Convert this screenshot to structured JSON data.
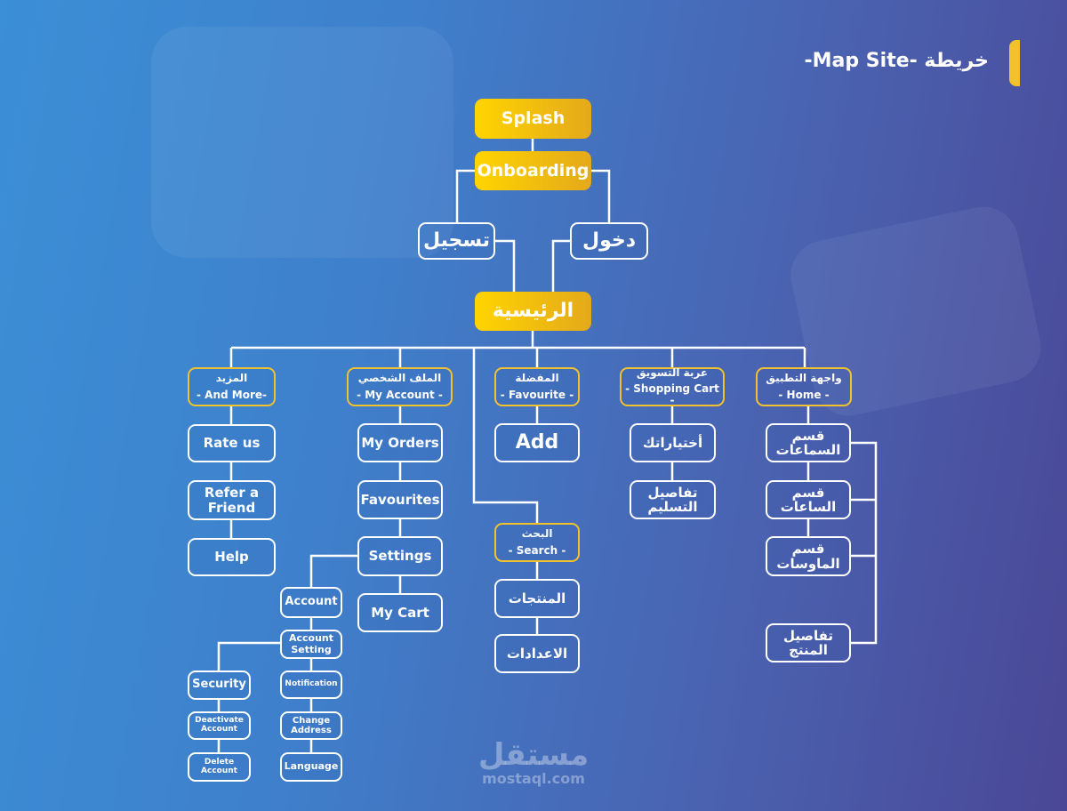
{
  "title": "خريطة -Map Site-",
  "nodes": {
    "splash": "Splash",
    "onboarding": "Onboarding",
    "register": "تسجيل",
    "login": "دخول",
    "home_main": "الرئيسية",
    "more_ar": "المزيد",
    "more_en": "- And More-",
    "account_ar": "الملف الشخصي",
    "account_en": "- My Account -",
    "fav_ar": "المفضلة",
    "fav_en": "- Favourite -",
    "cart_ar": "عربة التسويق",
    "cart_en": "- Shopping Cart -",
    "home_ar": "واجهة التطبيق",
    "home_en": "- Home -",
    "rate": "Rate us",
    "refer": "Refer a Friend",
    "help": "Help",
    "orders": "My Orders",
    "favourites": "Favourites",
    "settings": "Settings",
    "mycart": "My Cart",
    "account": "Account",
    "account_setting": "Account Setting",
    "notification": "Notification",
    "change_address": "Change Address",
    "language": "Language",
    "security": "Security",
    "deactivate": "Deactivate Account",
    "delete": "Delete Account",
    "add": "Add",
    "search_ar": "البحث",
    "search_en": "- Search -",
    "products": "المنتجات",
    "search_settings": "الاعدادات",
    "choices": "أختياراتك",
    "delivery": "تفاصيل التسليم",
    "headphones": "قسم السماعات",
    "watches": "قسم الساعات",
    "mice": "قسم الماوسات",
    "product_details": "تفاصيل المنتج"
  },
  "watermark": {
    "ar": "مستقل",
    "en": "mostaql.com"
  },
  "colors": {
    "gold": "#f2c12e",
    "line": "#ffffff"
  }
}
